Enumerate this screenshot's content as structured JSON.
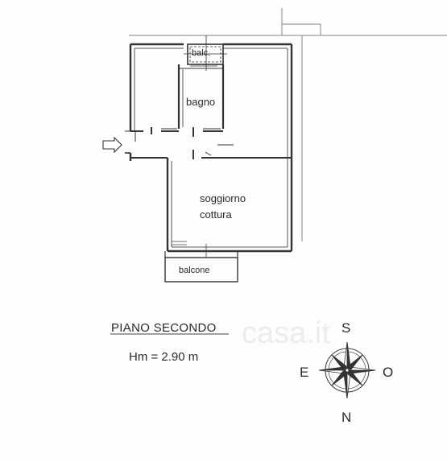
{
  "plan": {
    "rooms": {
      "balcony_small": "balc.",
      "bathroom": "bagno",
      "living_line1": "soggiorno",
      "living_line2": "cottura",
      "balcony": "balcone"
    },
    "floor_title": "PIANO SECONDO",
    "ceiling_height": "Hm = 2.90 m"
  },
  "compass": {
    "top": "S",
    "left": "E",
    "right": "O",
    "bottom": "N"
  },
  "watermark": "casa.it"
}
